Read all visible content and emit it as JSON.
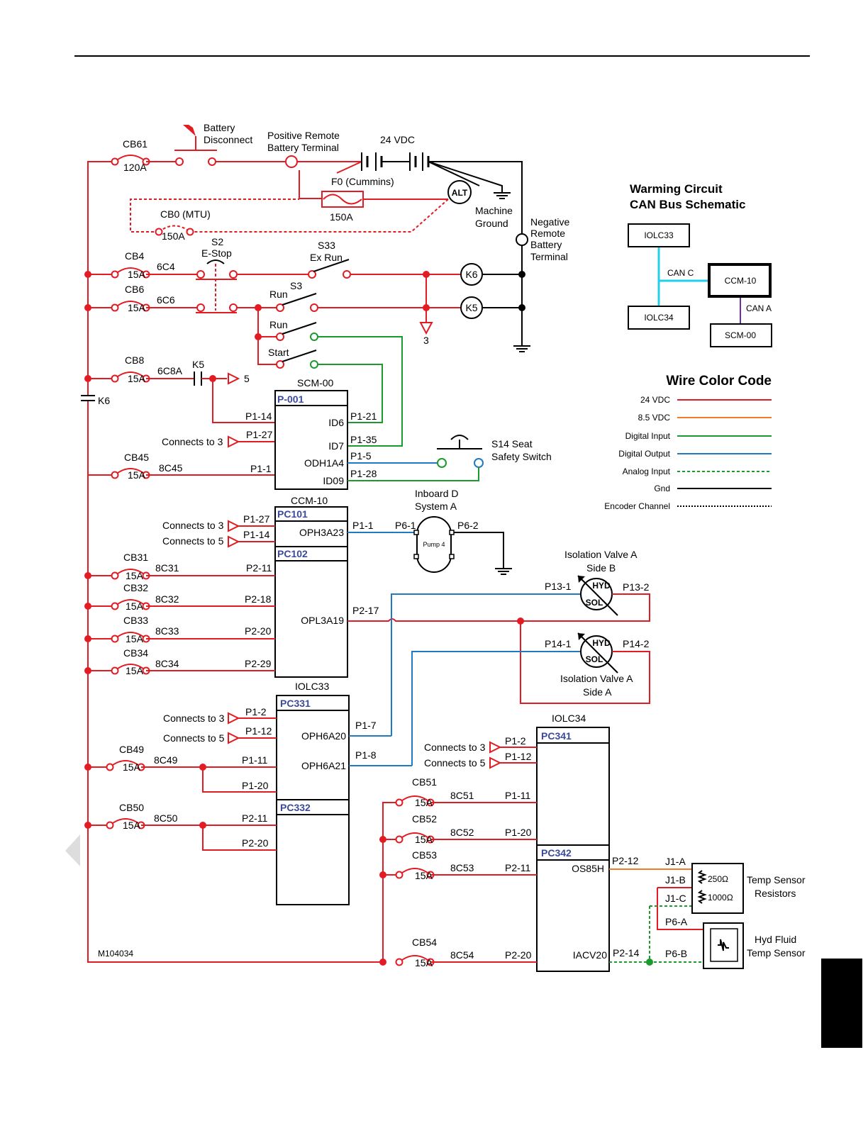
{
  "diagram_id": "M104034",
  "battery": {
    "disconnect": [
      "Battery",
      "Disconnect"
    ],
    "positive": [
      "Positive Remote",
      "Battery Terminal"
    ],
    "voltage": "24 VDC",
    "negative": [
      "Negative",
      "Remote",
      "Battery",
      "Terminal"
    ],
    "machine_ground": [
      "Machine",
      "Ground"
    ],
    "alt": "ALT",
    "fuse": "F0 (Cummins)",
    "fuse_rating": "150A"
  },
  "breakers": {
    "cb61": {
      "name": "CB61",
      "rating": "120A"
    },
    "cb0": {
      "name": "CB0 (MTU)",
      "rating": "150A"
    },
    "cb4": {
      "name": "CB4",
      "rating": "15A",
      "wire": "6C4"
    },
    "cb6": {
      "name": "CB6",
      "rating": "15A",
      "wire": "6C6"
    },
    "cb8": {
      "name": "CB8",
      "rating": "15A",
      "wire": "6C8A"
    },
    "cb45": {
      "name": "CB45",
      "rating": "15A",
      "wire": "8C45"
    },
    "cb31": {
      "name": "CB31",
      "rating": "15A",
      "wire": "8C31"
    },
    "cb32": {
      "name": "CB32",
      "rating": "15A",
      "wire": "8C32"
    },
    "cb33": {
      "name": "CB33",
      "rating": "15A",
      "wire": "8C33"
    },
    "cb34": {
      "name": "CB34",
      "rating": "15A",
      "wire": "8C34"
    },
    "cb49": {
      "name": "CB49",
      "rating": "15A",
      "wire": "8C49"
    },
    "cb50": {
      "name": "CB50",
      "rating": "15A",
      "wire": "8C50"
    },
    "cb51": {
      "name": "CB51",
      "rating": "15A",
      "wire": "8C51"
    },
    "cb52": {
      "name": "CB52",
      "rating": "15A",
      "wire": "8C52"
    },
    "cb53": {
      "name": "CB53",
      "rating": "15A",
      "wire": "8C53"
    },
    "cb54": {
      "name": "CB54",
      "rating": "15A",
      "wire": "8C54"
    }
  },
  "switches": {
    "s2": [
      "S2",
      "E-Stop"
    ],
    "s33": [
      "S33",
      "Ex Run"
    ],
    "s3": "S3",
    "run": "Run",
    "start": "Start",
    "k5": "K5",
    "k6": "K6",
    "ref3": "3",
    "ref5": "5",
    "s14": [
      "S14 Seat",
      "Safety Switch"
    ]
  },
  "modules": {
    "scm00": {
      "title": "SCM-00",
      "header": "P-001",
      "pins_left": [
        "P1-14",
        "P1-27",
        "P1-1"
      ],
      "pins_right": [
        "P1-21",
        "P1-35",
        "P1-5",
        "P1-28"
      ],
      "signals": [
        "ID6",
        "ID7",
        "ODH1A4",
        "ID09"
      ]
    },
    "ccm10": {
      "title": "CCM-10",
      "header1": "PC101",
      "header2": "PC102",
      "pins_left": [
        "P1-27",
        "P1-14",
        "P2-11",
        "P2-18",
        "P2-20",
        "P2-29"
      ],
      "pins_right": [
        "P1-1",
        "P2-17"
      ],
      "signals": [
        "OPH3A23",
        "OPL3A19"
      ]
    },
    "iolc33": {
      "title": "IOLC33",
      "header1": "PC331",
      "header2": "PC332",
      "pins_left": [
        "P1-2",
        "P1-12",
        "P1-11",
        "P1-20",
        "P2-11",
        "P2-20"
      ],
      "pins_right": [
        "P1-7",
        "P1-8"
      ],
      "signals": [
        "OPH6A20",
        "OPH6A21"
      ]
    },
    "iolc34": {
      "title": "IOLC34",
      "header1": "PC341",
      "header2": "PC342",
      "pins_left": [
        "P1-2",
        "P1-12",
        "P1-11",
        "P1-20",
        "P2-11",
        "P2-20"
      ],
      "pins_right": [
        "P2-12",
        "P2-14"
      ],
      "signals": [
        "OS85H",
        "IACV20"
      ]
    }
  },
  "connects_to_3": "Connects to 3",
  "connects_to_5": "Connects to 5",
  "pump": {
    "label": [
      "Inboard D",
      "System A"
    ],
    "name": "Pump 4",
    "pins": [
      "P6-1",
      "P6-2"
    ]
  },
  "valves": {
    "b": {
      "label": [
        "Isolation Valve A",
        "Side B"
      ],
      "pins": [
        "P13-1",
        "P13-2"
      ]
    },
    "a": {
      "label": [
        "Isolation Valve A",
        "Side A"
      ],
      "pins": [
        "P14-1",
        "P14-2"
      ]
    },
    "hyd": "HYD",
    "sol": "SOL"
  },
  "sensors": {
    "temp": {
      "label": [
        "Temp Sensor",
        "Resistors"
      ],
      "pins": [
        "J1-A",
        "J1-B",
        "J1-C"
      ],
      "r1": "250Ω",
      "r2": "1000Ω"
    },
    "hyd": {
      "label": [
        "Hyd Fluid",
        "Temp Sensor"
      ],
      "pins": [
        "P6-A",
        "P6-B"
      ]
    }
  },
  "can_bus": {
    "title": [
      "Warming Circuit",
      "CAN Bus Schematic"
    ],
    "nodes": [
      "IOLC33",
      "IOLC34",
      "CCM-10",
      "SCM-00"
    ],
    "can_c": "CAN C",
    "can_a": "CAN A"
  },
  "legend": {
    "title": "Wire Color Code",
    "items": [
      {
        "label": "24 VDC",
        "color": "#e31b23",
        "style": "solid"
      },
      {
        "label": "8.5 VDC",
        "color": "#f07c2a",
        "style": "solid"
      },
      {
        "label": "Digital Input",
        "color": "#1a9b2c",
        "style": "solid"
      },
      {
        "label": "Digital Output",
        "color": "#1f7ac3",
        "style": "solid"
      },
      {
        "label": "Analog Input",
        "color": "#1a9b2c",
        "style": "dashed"
      },
      {
        "label": "Gnd",
        "color": "#000000",
        "style": "solid"
      },
      {
        "label": "Encoder Channel",
        "color": "#000000",
        "style": "dotted"
      }
    ]
  }
}
